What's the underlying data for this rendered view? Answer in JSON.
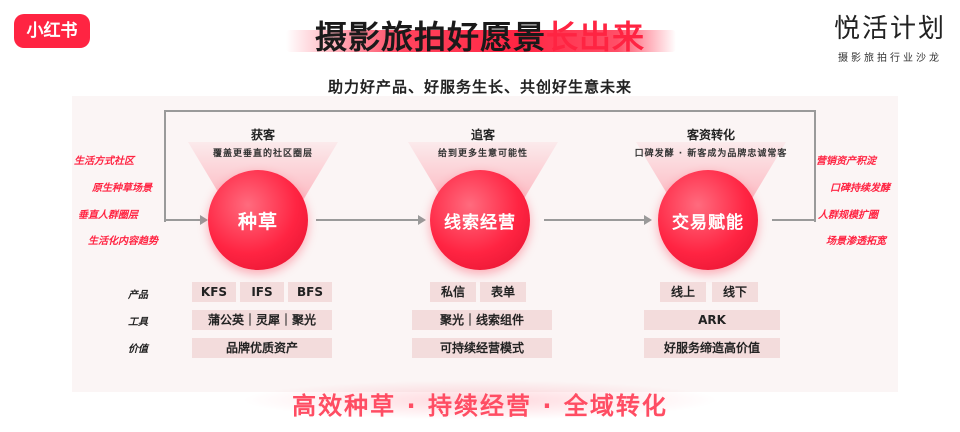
{
  "logo": {
    "text": "小红书"
  },
  "header": {
    "title_main": "摄影旅拍好愿景",
    "title_accent": "长出来",
    "subtitle": "助力好产品、好服务生长、共创好生意未来"
  },
  "brand": {
    "name": "悦活计划",
    "sub": "摄影旅拍行业沙龙"
  },
  "left_labels": [
    "生活方式社区",
    "原生种草场景",
    "垂直人群圈层",
    "生活化内容趋势"
  ],
  "right_labels": [
    "营销资产积淀",
    "口碑持续发酵",
    "人群规模扩圈",
    "场景渗透拓宽"
  ],
  "row_labels": {
    "product": "产品",
    "tool": "工具",
    "value": "价值"
  },
  "stages": [
    {
      "label": "获客",
      "desc": "覆盖更垂直的社区圈层",
      "circle": "种草",
      "products": [
        "KFS",
        "IFS",
        "BFS"
      ],
      "tools": "蒲公英｜灵犀｜聚光",
      "value": "品牌优质资产"
    },
    {
      "label": "追客",
      "desc": "给到更多生意可能性",
      "circle": "线索经营",
      "products": [
        "私信",
        "表单"
      ],
      "tools": "聚光｜线索组件",
      "value": "可持续经营模式"
    },
    {
      "label": "客资转化",
      "desc": "口碑发酵 · 新客成为品牌忠诚常客",
      "circle": "交易赋能",
      "products": [
        "线上",
        "线下"
      ],
      "tools": "ARK",
      "value": "好服务缔造高价值"
    }
  ],
  "slogan": "高效种草 · 持续经营 · 全域转化",
  "colors": {
    "accent": "#ff2442",
    "chip": "#f3dcdc",
    "panel": "#fbf5f5",
    "line": "#9a9a9a"
  }
}
